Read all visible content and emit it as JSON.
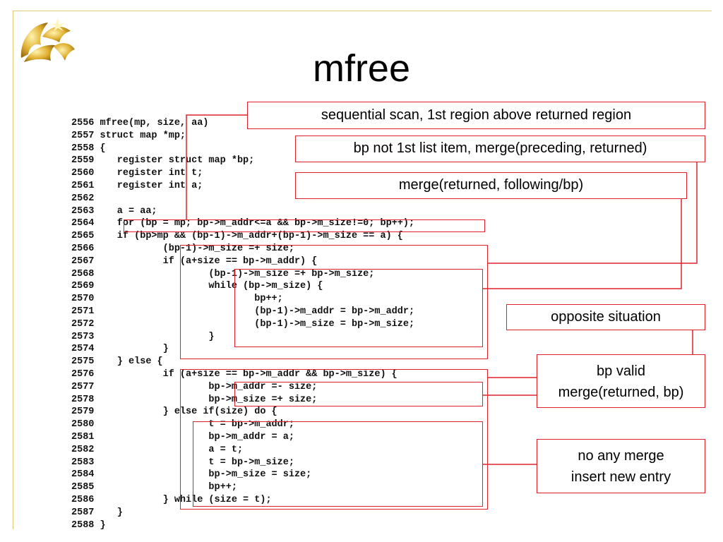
{
  "slide": {
    "title": "mfree"
  },
  "code": {
    "lines": [
      "2556 mfree(mp, size, aa)",
      "2557 struct map *mp;",
      "2558 {",
      "2559    register struct map *bp;",
      "2560    register int t;",
      "2561    register int a;",
      "2562",
      "2563    a = aa;",
      "2564    for (bp = mp; bp->m_addr<=a && bp->m_size!=0; bp++);",
      "2565    if (bp>mp && (bp-1)->m_addr+(bp-1)->m_size == a) {",
      "2566            (bp-1)->m_size =+ size;",
      "2567            if (a+size == bp->m_addr) {",
      "2568                    (bp-1)->m_size =+ bp->m_size;",
      "2569                    while (bp->m_size) {",
      "2570                            bp++;",
      "2571                            (bp-1)->m_addr = bp->m_addr;",
      "2572                            (bp-1)->m_size = bp->m_size;",
      "2573                    }",
      "2574            }",
      "2575    } else {",
      "2576            if (a+size == bp->m_addr && bp->m_size) {",
      "2577                    bp->m_addr =- size;",
      "2578                    bp->m_size =+ size;",
      "2579            } else if(size) do {",
      "2580                    t = bp->m_addr;",
      "2581                    bp->m_addr = a;",
      "2582                    a = t;",
      "2583                    t = bp->m_size;",
      "2584                    bp->m_size = size;",
      "2585                    bp++;",
      "2586            } while (size = t);",
      "2587    }",
      "2588 }"
    ]
  },
  "notes": {
    "sequential_scan": "sequential scan, 1st region above returned region",
    "merge_preceding": "bp not 1st list item, merge(preceding, returned)",
    "merge_following": "merge(returned, following/bp)",
    "opposite": "opposite situation",
    "bp_valid_line1": "bp valid",
    "bp_valid_line2": "merge(returned, bp)",
    "no_merge_line1": "no any merge",
    "no_merge_line2": "insert new entry"
  },
  "colors": {
    "annotation_red": "#e0202a",
    "frame_gold": "#e2c97a",
    "logo_gold": "#d9a520"
  },
  "icons": {
    "logo": "pegasus-logo-icon"
  }
}
